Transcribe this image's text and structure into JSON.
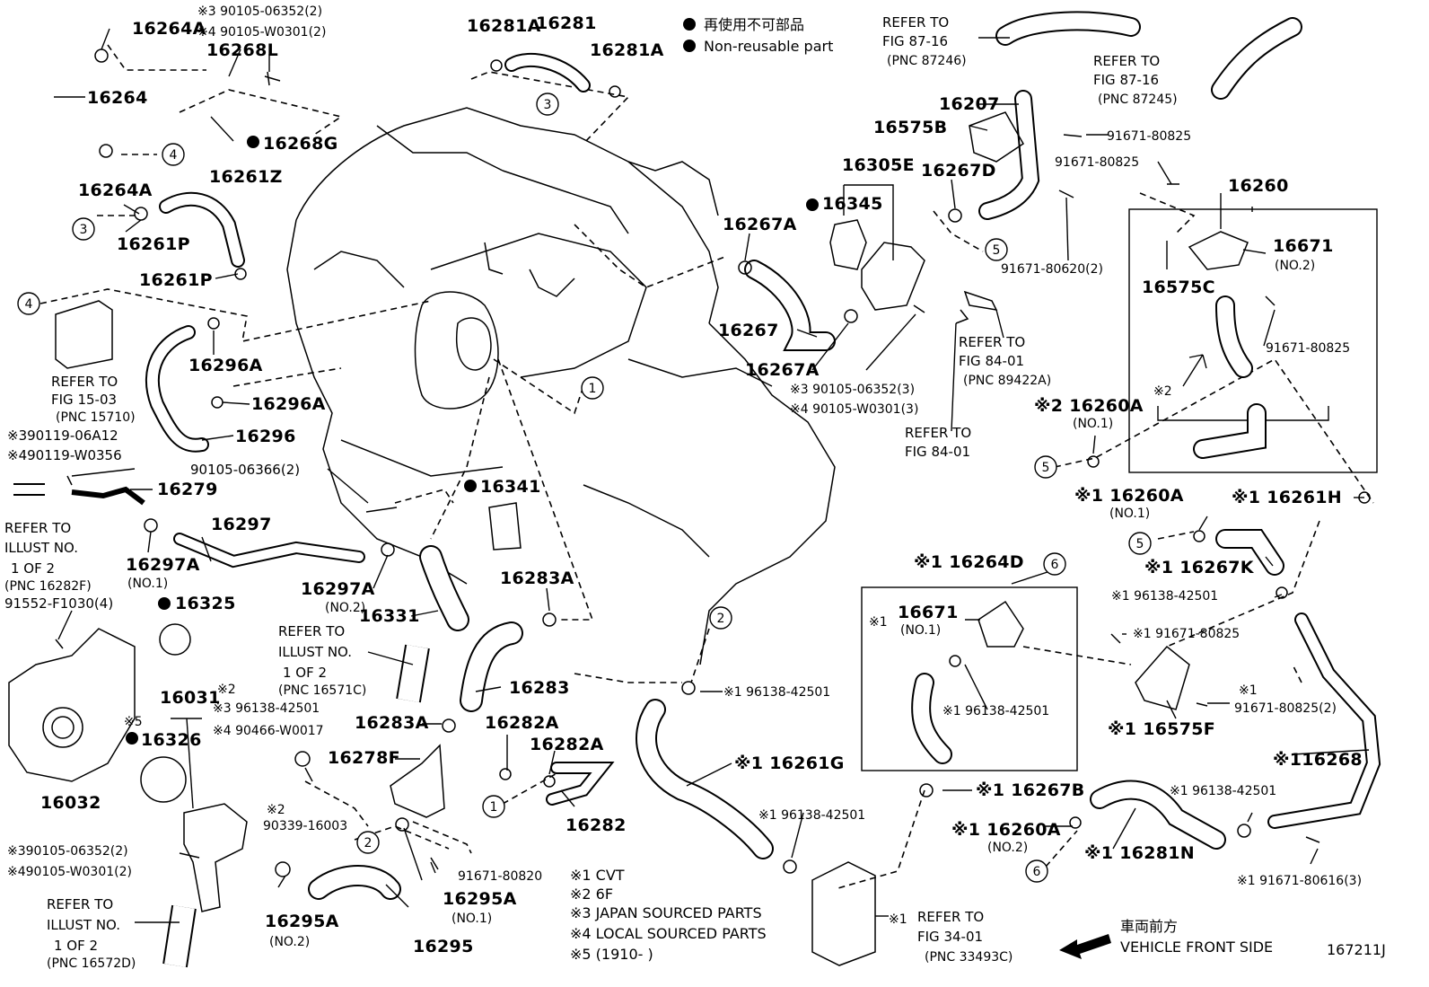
{
  "legend": {
    "items": [
      {
        "symbol": "●",
        "label": "再使用不可部品"
      },
      {
        "symbol": "●",
        "label": "Non-reusable part"
      }
    ]
  },
  "diagram_id": "167211J",
  "direction": {
    "jp": "車両前方",
    "en": "VEHICLE FRONT SIDE"
  },
  "notes": [
    "※1  CVT",
    "※2  6F",
    "※3  JAPAN SOURCED PARTS",
    "※4  LOCAL SOURCED PARTS",
    "※5  (1910-       )"
  ],
  "callouts": [
    "1",
    "2",
    "3",
    "4",
    "5",
    "6"
  ],
  "labels": {
    "p16264A_top": "16264A",
    "s90105_06352_2_a": "※3 90105-06352(2)",
    "s90105_W0301_2_a": "※4 90105-W0301(2)",
    "p16268L": "16268L",
    "p16264": "16264",
    "p16268G": "16268G",
    "p16264A_bot": "16264A",
    "p16261Z": "16261Z",
    "p16261P_a": "16261P",
    "p16261P_b": "16261P",
    "refer_15_03": [
      "REFER TO",
      "FIG 15-03",
      "(PNC 15710)"
    ],
    "p16296A_a": "16296A",
    "p16296A_b": "16296A",
    "p16296": "16296",
    "s90119_06A12": "※390119-06A12",
    "s90119_W0356": "※490119-W0356",
    "p16279": "16279",
    "refer_16282F": [
      "REFER TO",
      "ILLUST NO.",
      "1 OF 2",
      "(PNC 16282F)"
    ],
    "p91552": "91552-F1030(4)",
    "p16297": "16297",
    "p16297A_no1": "16297A",
    "p16297A_no1_sub": "(NO.1)",
    "p16325": "16325",
    "p16032": "16032",
    "p16281A_a": "16281A",
    "p16281": "16281",
    "p16281A_b": "16281A",
    "p90105_06366": "90105-06366(2)",
    "p16341": "16341",
    "p16297A_no2": "16297A",
    "p16297A_no2_sub": "(NO.2)",
    "p16331": "16331",
    "refer_16571C": [
      "REFER TO",
      "ILLUST NO.",
      "1 OF 2",
      "(PNC 16571C)"
    ],
    "p16283A_a": "16283A",
    "p16283": "16283",
    "p16031": "16031",
    "s2_label": "※2",
    "s96138_42501_3": "※3 96138-42501",
    "s90466_W0017": "※4 90466-W0017",
    "s5_label": "※5",
    "p16326": "16326",
    "p16283A_b": "16283A",
    "p16282A_a": "16282A",
    "p16282A_b": "16282A",
    "p16278F": "16278F",
    "s2_90339": "※2",
    "p90339_16003": "90339-16003",
    "p16282": "16282",
    "s390105_06352_2_b": "※390105-06352(2)",
    "s490105_W0301_2_b": "※490105-W0301(2)",
    "refer_16572D": [
      "REFER TO",
      "ILLUST NO.",
      "1 OF 2",
      "(PNC 16572D)"
    ],
    "p16295A_no2": "16295A",
    "p16295A_no2_sub": "(NO.2)",
    "p91671_80820": "91671-80820",
    "p16295A_no1": "16295A",
    "p16295A_no1_sub": "(NO.1)",
    "p16295": "16295",
    "refer_87246": [
      "REFER TO",
      "FIG 87-16",
      "(PNC 87246)"
    ],
    "p16207": "16207",
    "p16575B": "16575B",
    "p16305E": "16305E",
    "p16267D": "16267D",
    "p16345": "16345",
    "p16267A_a": "16267A",
    "p16267": "16267",
    "p16267A_b": "16267A",
    "s3_90105_06352_3": "※3 90105-06352(3)",
    "s4_90105_W0301_3": "※4 90105-W0301(3)",
    "refer_89422A": [
      "REFER TO",
      "FIG 84-01",
      "(PNC 89422A)"
    ],
    "refer_84_01": [
      "REFER TO",
      "FIG 84-01"
    ],
    "p91671_80620": "91671-80620(2)",
    "refer_87245": [
      "REFER TO",
      "FIG 87-16",
      "(PNC 87245)"
    ],
    "p91671_80825_a": "91671-80825",
    "p91671_80825_b": "91671-80825",
    "p16260": "16260",
    "p16671_no2": "16671",
    "p16671_no2_sub": "(NO.2)",
    "p16575C": "16575C",
    "p91671_80825_c": "91671-80825",
    "s2_inner": "※2",
    "s2_16260A_no1": "※2 16260A",
    "s2_16260A_no1_sub": "(NO.1)",
    "s1_16260A_no1": "※1 16260A",
    "s1_16260A_no1_sub": "(NO.1)",
    "s1_16261H": "※1 16261H",
    "s1_16267K": "※1 16267K",
    "s1_96138_42501_a": "※1 96138-42501",
    "s1_16264D": "※1 16264D",
    "s1_16671_no1": "※1",
    "p16671_no1": "16671",
    "p16671_no1_sub": "(NO.1)",
    "s1_96138_42501_b": "※1 96138-42501",
    "s1_91671_80825_d": "※1 91671-80825",
    "s1_91671_80825_2": "※1",
    "p91671_80825_2": "91671-80825(2)",
    "s1_16575F": "※1 16575F",
    "s1_16268": "※116268",
    "s1_96138_42501_c": "※1 96138-42501",
    "s1_16261G": "※1 16261G",
    "s1_96138_42501_d": "※1 96138-42501",
    "s1_16267B": "※1 16267B",
    "s1_96138_42501_e": "※1 96138-42501",
    "s1_16260A_no2": "※1 16260A",
    "s1_16260A_no2_sub": "(NO.2)",
    "s1_16281N": "※1 16281N",
    "s1_91671_80616": "※1  91671-80616(3)",
    "refer_33493C": [
      "REFER TO",
      "FIG 34-01",
      "(PNC 33493C)"
    ],
    "s1_refer": "※1"
  }
}
